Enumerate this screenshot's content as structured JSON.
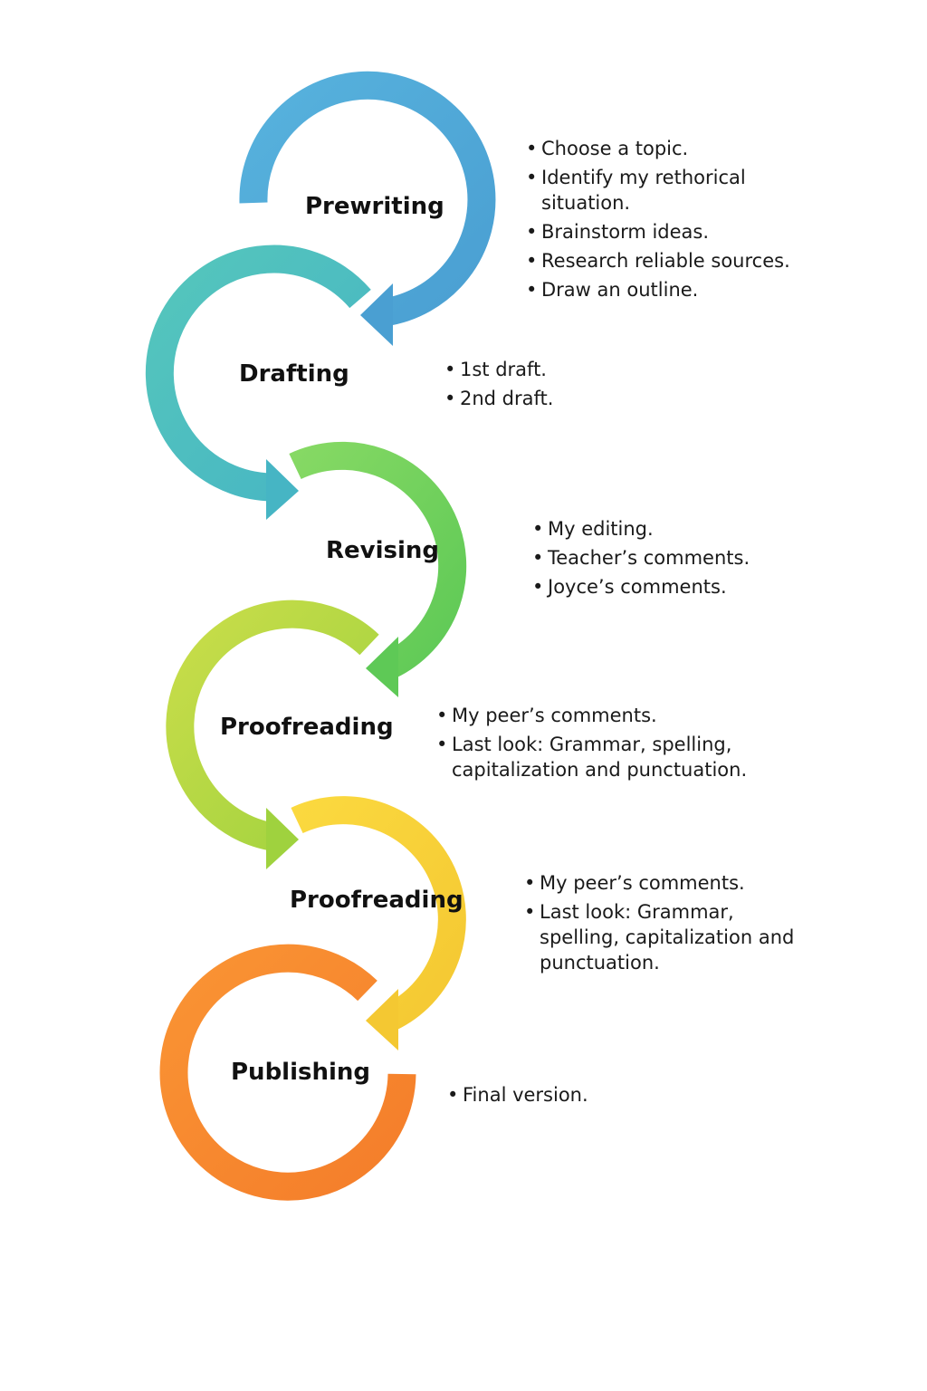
{
  "stages": [
    {
      "id": "prewriting",
      "label": "Prewriting",
      "color": "#4fa8d8",
      "notes": [
        "Choose a topic.",
        "Identify my rethorical situation.",
        "Brainstorm ideas.",
        "Research reliable sources.",
        "Draw an outline."
      ]
    },
    {
      "id": "drafting",
      "label": "Drafting",
      "color": "#4dbfbe",
      "notes": [
        "1st draft.",
        "2nd draft."
      ]
    },
    {
      "id": "revising",
      "label": "Revising",
      "color": "#6fd15a",
      "notes": [
        "My editing.",
        "Teacher’s comments.",
        "Joyce’s comments."
      ]
    },
    {
      "id": "proofreading-1",
      "label": "Proofreading",
      "color": "#b6d841",
      "notes": [
        "My peer’s comments.",
        "Last look: Grammar, spelling, capitalization and punctuation."
      ]
    },
    {
      "id": "proofreading-2",
      "label": "Proofreading",
      "color": "#f6d23a",
      "notes": [
        "My peer’s comments.",
        "Last look: Grammar, spelling, capitalization and punctuation."
      ]
    },
    {
      "id": "publishing",
      "label": "Publishing",
      "color": "#f7892f",
      "notes": [
        "Final version."
      ]
    }
  ]
}
